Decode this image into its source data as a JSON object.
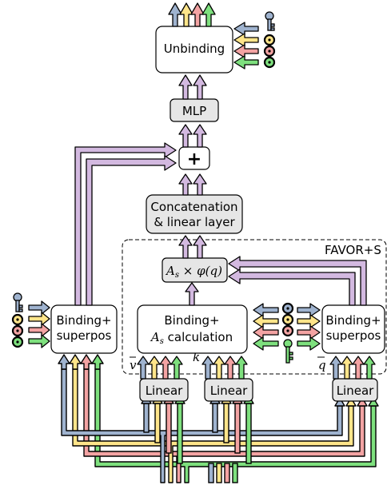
{
  "diagram": {
    "colors": {
      "blue": "#9fb3cf",
      "yellow": "#ffe58a",
      "red": "#f3a3a3",
      "green": "#7ee07e",
      "purple": "#d3b9e0",
      "grey_box": "#e6e6e6",
      "white_box": "#ffffff"
    },
    "boxes": {
      "unbinding": "Unbinding",
      "mlp": "MLP",
      "plus": "+",
      "concat_line1": "Concatenation",
      "concat_line2": "& linear layer",
      "favor_label": "FAVOR+S",
      "as_phi_q": "A",
      "as_phi_q_sub": "s",
      "as_phi_q_rest": " × φ(q)",
      "binding_left_line1": "Binding+",
      "binding_left_line2": "superpos",
      "binding_mid_line1": "Binding+",
      "binding_mid_line2_math": "A",
      "binding_mid_line2_sub": "s",
      "binding_mid_line2_rest": " calculation",
      "binding_right_line1": "Binding+",
      "binding_right_line2": "superpos",
      "linear": "Linear"
    },
    "vector_labels": {
      "v_bar": "v",
      "k_bar": "k",
      "q_bar": "q"
    },
    "icons": [
      "key-icon",
      "ring-key-yellow-icon",
      "ring-key-red-icon",
      "ring-key-green-icon"
    ]
  }
}
